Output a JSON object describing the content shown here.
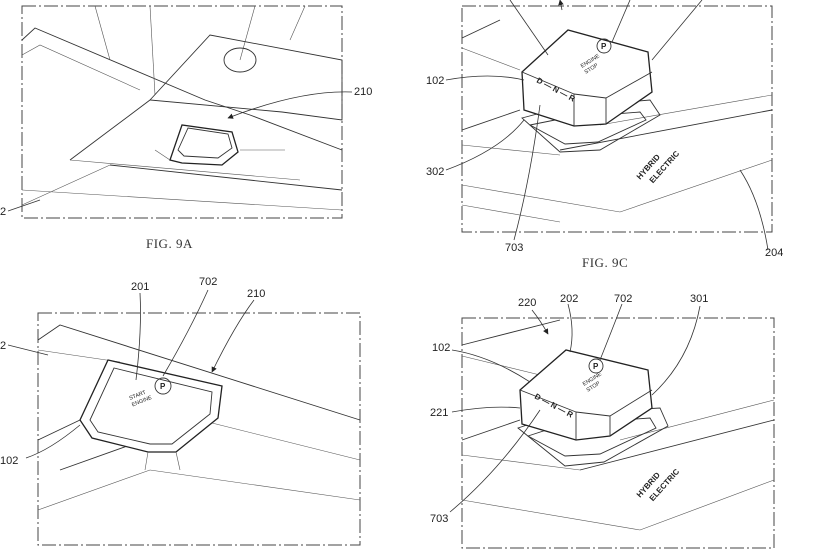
{
  "figures": {
    "fig9a": {
      "caption": "FIG. 9A",
      "labels": {
        "l210": "210",
        "l102_cut": "2"
      }
    },
    "fig9b": {
      "labels": {
        "l201": "201",
        "l702": "702",
        "l210": "210",
        "l102": "102",
        "l_cut": "2"
      },
      "button_text_1": "START",
      "button_text_2": "ENGINE",
      "park_symbol": "P"
    },
    "fig9c": {
      "caption": "FIG. 9C",
      "labels": {
        "l102": "102",
        "l302": "302",
        "l703": "703",
        "l204": "204"
      },
      "button_text_1": "ENGINE",
      "button_text_2": "STOP",
      "park_symbol": "P",
      "gear_text": "D — N — R",
      "badge_1": "HYBRID",
      "badge_2": "ELECTRIC"
    },
    "fig9d": {
      "labels": {
        "l220": "220",
        "l202": "202",
        "l702": "702",
        "l301": "301",
        "l102": "102",
        "l221": "221",
        "l703": "703"
      },
      "button_text_1": "ENGINE",
      "button_text_2": "STOP",
      "park_symbol": "P",
      "gear_text": "D — N — R",
      "badge_1": "HYBRID",
      "badge_2": "ELECTRIC"
    }
  }
}
